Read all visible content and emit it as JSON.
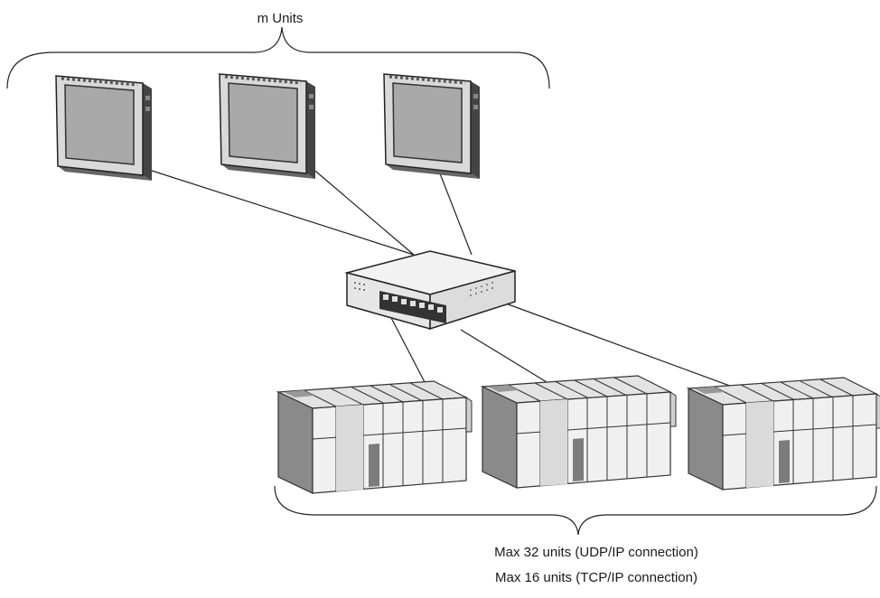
{
  "labels": {
    "hmi_count": "m Units",
    "plc_max_udp": "Max 32 units (UDP/IP connection)",
    "plc_max_tcp": "Max 16 units (TCP/IP connection)"
  },
  "devices": {
    "panels": [
      "display-panel",
      "display-panel",
      "display-panel"
    ],
    "hub": "ethernet-hub",
    "plcs": [
      "plc-rack",
      "plc-rack",
      "plc-rack"
    ]
  }
}
